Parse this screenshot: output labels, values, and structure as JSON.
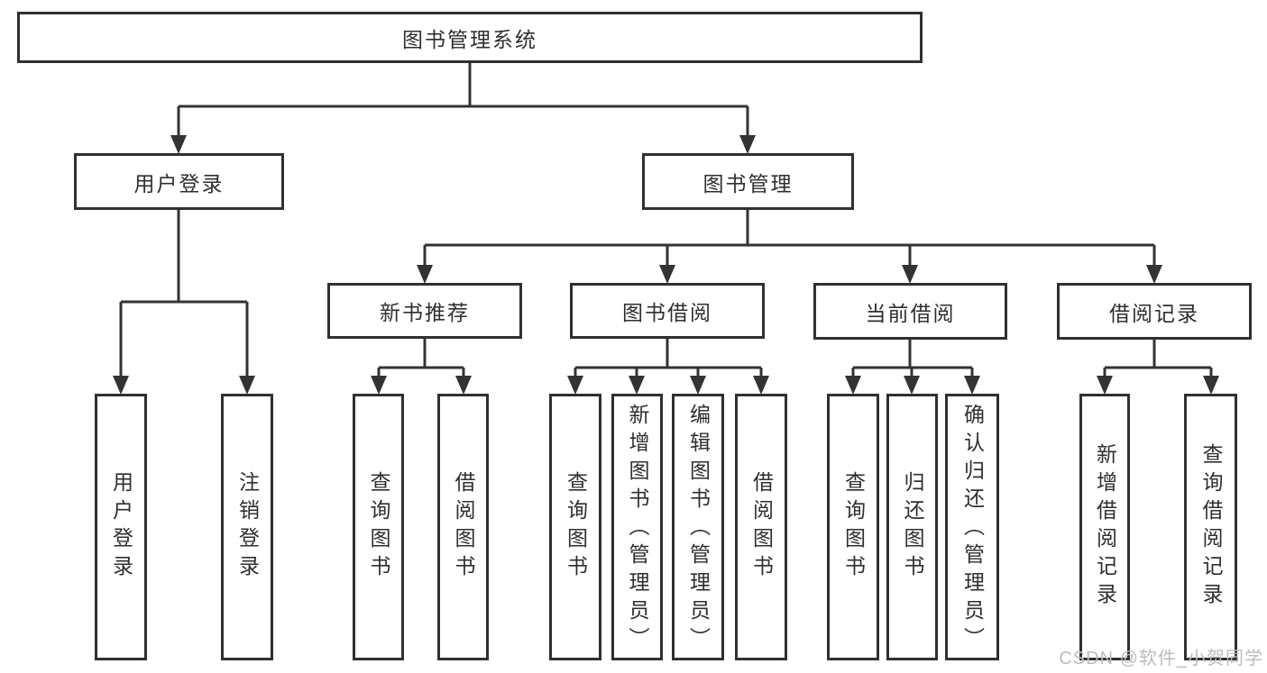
{
  "diagram": {
    "title": "图书管理系统",
    "watermark": "CSDN @软件_小贺同学",
    "colors": {
      "line": "#333333",
      "box_border": "#303030",
      "text": "#2f2f2f",
      "background": "#ffffff",
      "watermark": "#bcbcbc"
    },
    "tree": {
      "root": {
        "label": "图书管理系统",
        "children": [
          {
            "label": "用户登录",
            "children": [
              {
                "label": "用户登录"
              },
              {
                "label": "注销登录"
              }
            ]
          },
          {
            "label": "图书管理",
            "children": [
              {
                "label": "新书推荐",
                "children": [
                  {
                    "label": "查询图书"
                  },
                  {
                    "label": "借阅图书"
                  }
                ]
              },
              {
                "label": "图书借阅",
                "children": [
                  {
                    "label": "查询图书"
                  },
                  {
                    "label": "新增图书（管理员）"
                  },
                  {
                    "label": "编辑图书（管理员）"
                  },
                  {
                    "label": "借阅图书"
                  }
                ]
              },
              {
                "label": "当前借阅",
                "children": [
                  {
                    "label": "查询图书"
                  },
                  {
                    "label": "归还图书"
                  },
                  {
                    "label": "确认归还（管理员）"
                  }
                ]
              },
              {
                "label": "借阅记录",
                "children": [
                  {
                    "label": "新增借阅记录"
                  },
                  {
                    "label": "查询借阅记录"
                  }
                ]
              }
            ]
          }
        ]
      }
    }
  }
}
